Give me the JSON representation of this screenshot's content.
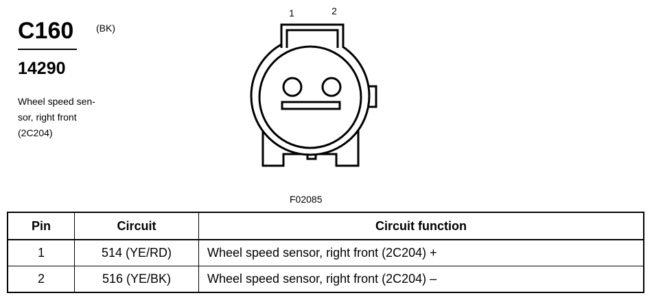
{
  "connector": {
    "id": "C160",
    "color": "(BK)",
    "part_number": "14290",
    "description_lines": [
      "Wheel speed sen-",
      "sor, right front",
      "(2C204)"
    ],
    "pin_labels": [
      "1",
      "2"
    ],
    "figure_number": "F02085"
  },
  "table": {
    "headers": [
      "Pin",
      "Circuit",
      "Circuit function"
    ],
    "rows": [
      {
        "pin": "1",
        "circuit": "514 (YE/RD)",
        "function": "Wheel speed sensor, right front (2C204) +"
      },
      {
        "pin": "2",
        "circuit": "516 (YE/BK)",
        "function": "Wheel speed sensor, right front (2C204) –"
      }
    ]
  }
}
